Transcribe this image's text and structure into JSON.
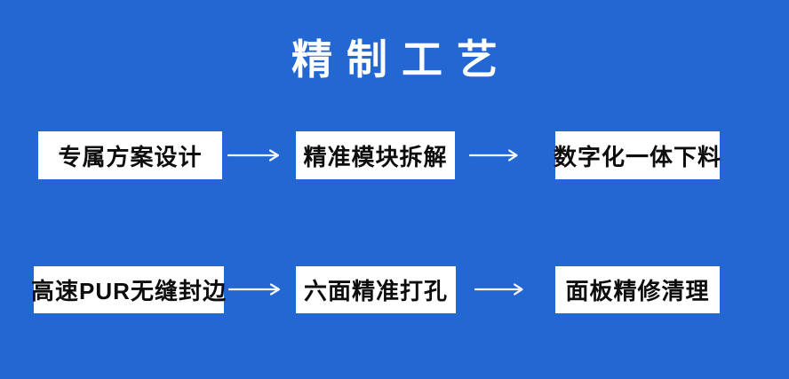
{
  "title": "精制工艺",
  "colors": {
    "background": "#2267d2",
    "box_bg": "#ffffff",
    "box_text": "#0d0d0d",
    "title_text": "#ffffff",
    "arrow": "#f4f6fa"
  },
  "flow": {
    "rows": [
      {
        "steps": [
          {
            "label": "专属方案设计"
          },
          {
            "label": "精准模块拆解"
          },
          {
            "label": "数字化一体下料"
          }
        ]
      },
      {
        "steps": [
          {
            "label": "高速PUR无缝封边"
          },
          {
            "label": "六面精准打孔"
          },
          {
            "label": "面板精修清理"
          }
        ]
      }
    ]
  }
}
